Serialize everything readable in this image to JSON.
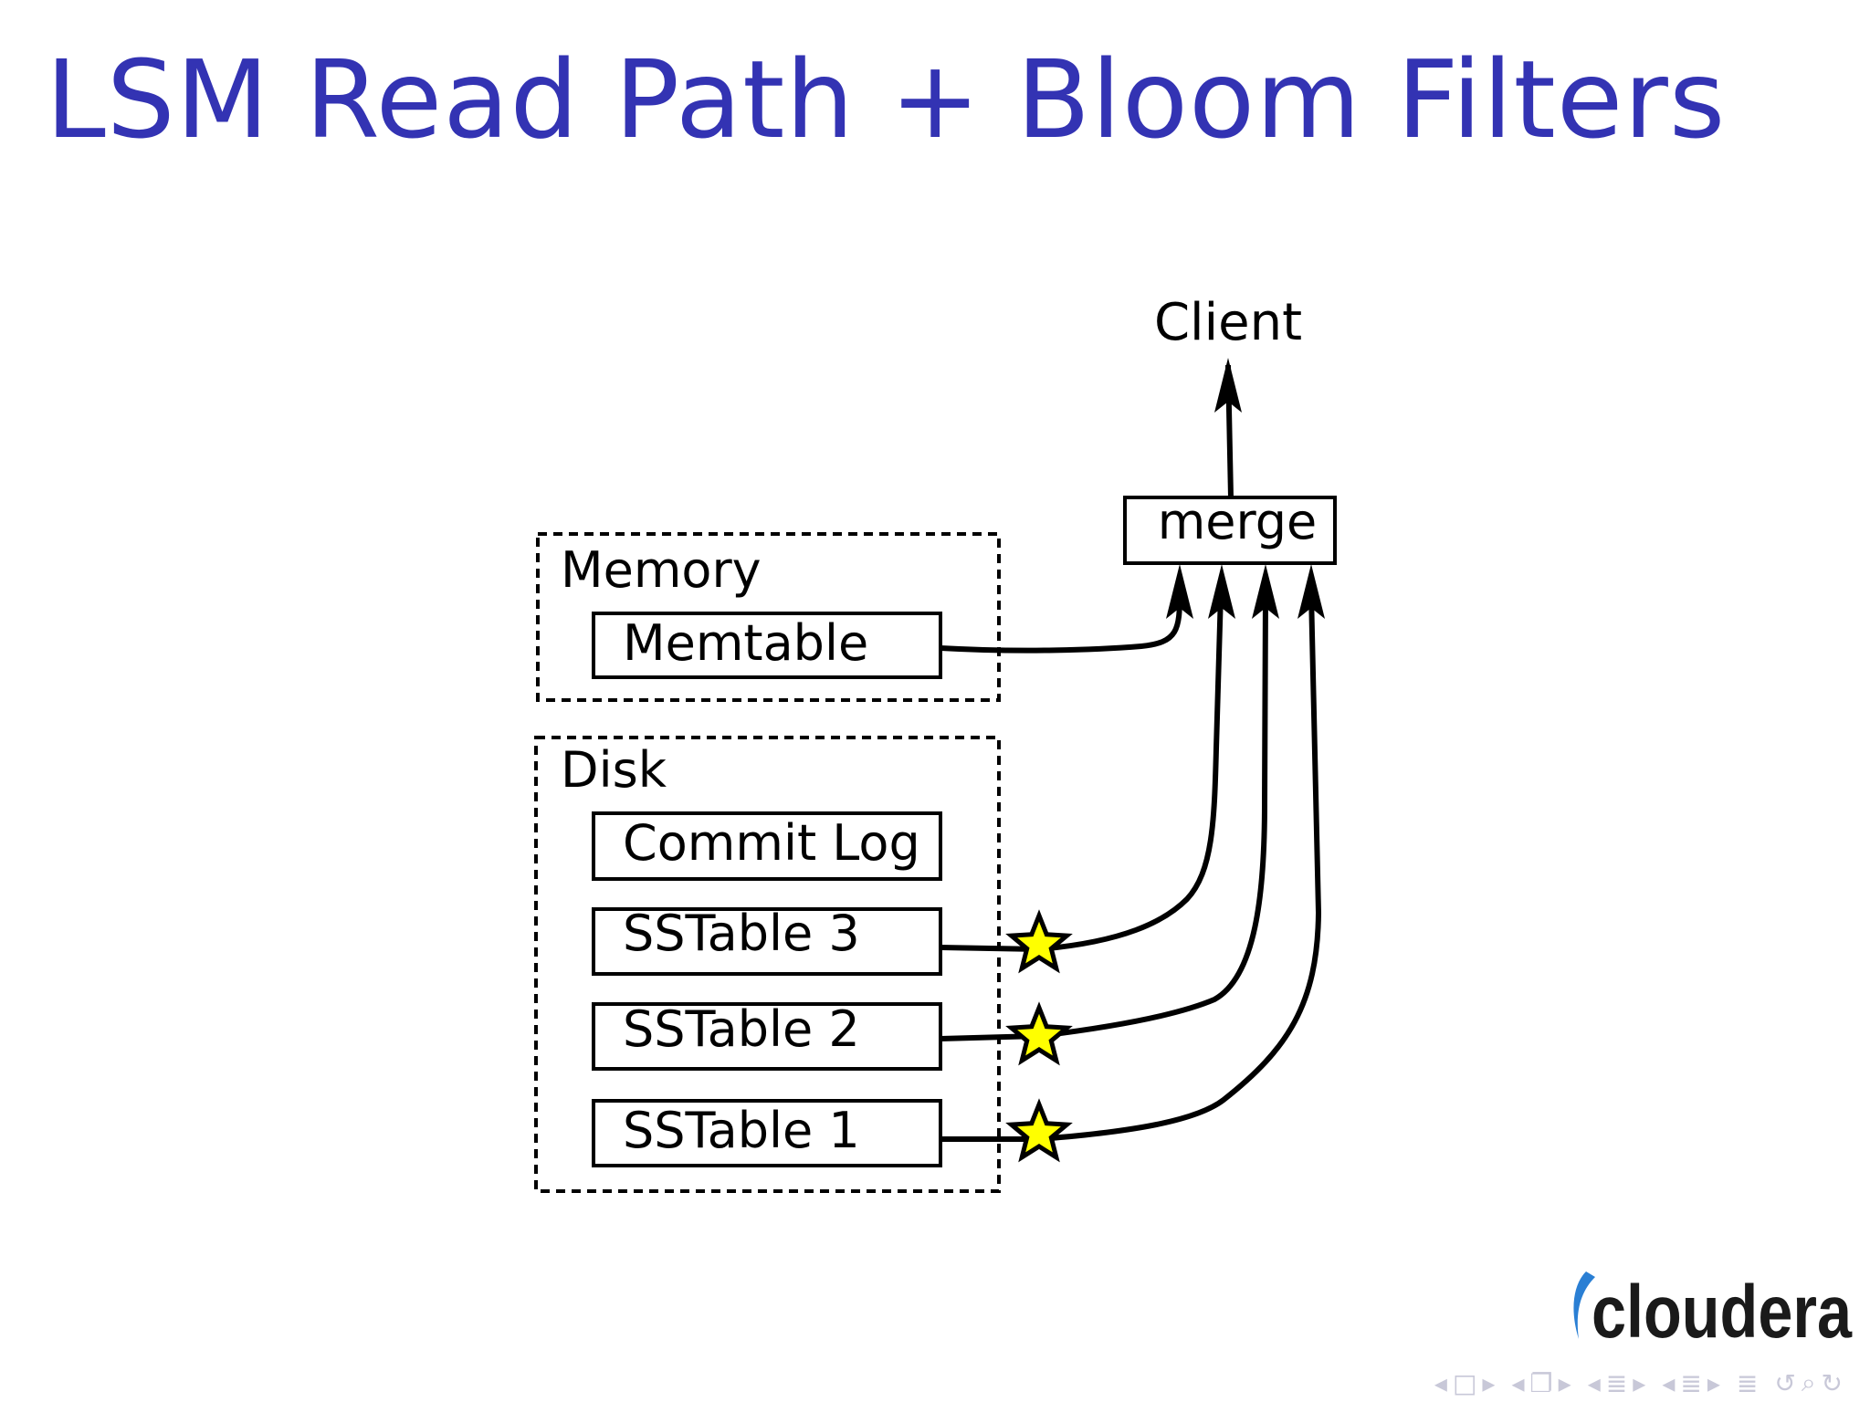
{
  "slide": {
    "title": "LSM Read Path + Bloom Filters"
  },
  "diagram": {
    "client_label": "Client",
    "merge_label": "merge",
    "memory_label": "Memory",
    "memtable_label": "Memtable",
    "disk_label": "Disk",
    "commit_log_label": "Commit Log",
    "sstables": [
      "SSTable 3",
      "SSTable 2",
      "SSTable 1"
    ],
    "bloom_filter_color": "#ffff00"
  },
  "branding": {
    "logo_text": "cloudera",
    "logo_color": "#1a1a1a",
    "logo_accent": "#2a7fd4"
  },
  "title_color": "#3333b3"
}
